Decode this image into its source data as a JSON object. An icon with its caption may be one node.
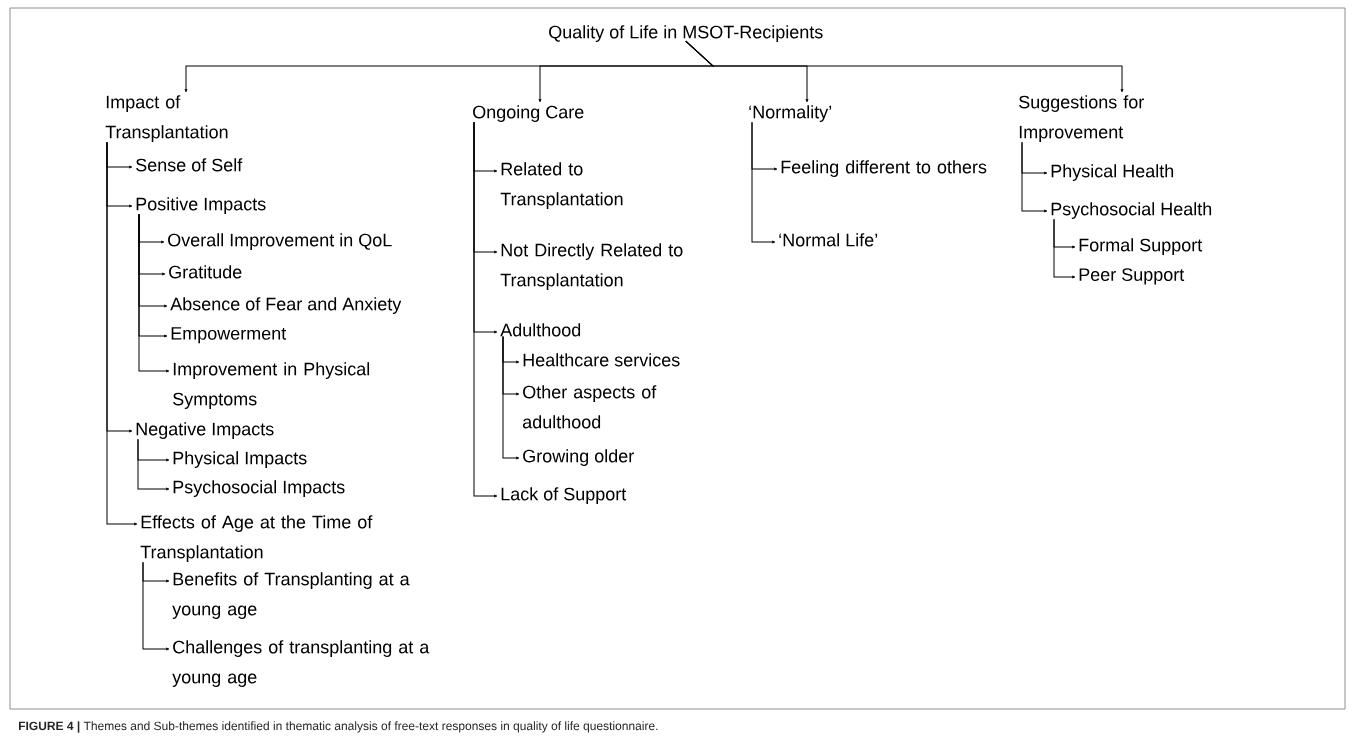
{
  "diagram": {
    "caption": "**FIGURE 4 |** Themes and Sub-themes identified in thematic analysis of free-text responses in quality of life questionnaire.",
    "nodes": [
      {
        "text": [
          "Quality of Life in MSOT-Recipients"
        ]
      },
      {
        "text": [
          "Impact of Transplantation"
        ]
      },
      {
        "text": [
          "Sense of Self"
        ]
      },
      {
        "text": [
          "Positive Impacts"
        ]
      },
      {
        "text": [
          "Overall Improvement in QoL"
        ]
      },
      {
        "text": [
          "Gratitude"
        ]
      },
      {
        "text": [
          "Absence of Fear and Anxiety"
        ]
      },
      {
        "text": [
          "Empowerment"
        ]
      },
      {
        "text": [
          "Improvement in Physical Symptoms"
        ]
      },
      {
        "text": [
          "Negative Impacts"
        ]
      },
      {
        "text": [
          "Physical Impacts"
        ]
      },
      {
        "text": [
          "Psychosocial Impacts"
        ]
      },
      {
        "text": [
          "Effects of Age at the Time of Transplantation"
        ]
      },
      {
        "text": [
          "Benefits of Transplanting at a young age"
        ]
      },
      {
        "text": [
          "Challenges of transplanting at a young age"
        ]
      },
      {
        "text": [
          "Ongoing Care"
        ]
      },
      {
        "text": [
          "Related to Transplantation"
        ]
      },
      {
        "text": [
          "Not Directly Related to Transplantation"
        ]
      },
      {
        "text": [
          "Adulthood"
        ]
      },
      {
        "text": [
          "Healthcare services"
        ]
      },
      {
        "text": [
          "Other aspects of adulthood"
        ]
      },
      {
        "text": [
          "Growing older"
        ]
      },
      {
        "text": [
          "Lack of Support"
        ]
      },
      {
        "text": [
          "‘Normality’"
        ]
      },
      {
        "text": [
          "Feeling different to others"
        ]
      },
      {
        "text": [
          "‘Normal Life’"
        ]
      },
      {
        "text": [
          "Suggestions for Improvement"
        ]
      },
      {
        "text": [
          "Physical Health"
        ]
      },
      {
        "text": [
          "Psychosocial Health"
        ]
      },
      {
        "text": [
          "Formal Support"
        ]
      },
      {
        "text": [
          "Peer Support"
        ]
      }
    ],
    "edges": [
      {
        "from": 0,
        "to": 1,
        "arrow": "to"
      },
      {
        "from": 0,
        "to": 15,
        "arrow": "to"
      },
      {
        "from": 0,
        "to": 23,
        "arrow": "to"
      },
      {
        "from": 0,
        "to": 26,
        "arrow": "to"
      },
      {
        "from": 1,
        "to": 2,
        "arrow": "to"
      },
      {
        "from": 1,
        "to": 3,
        "arrow": "to"
      },
      {
        "from": 3,
        "to": 4,
        "arrow": "to"
      },
      {
        "from": 3,
        "to": 5,
        "arrow": "to"
      },
      {
        "from": 3,
        "to": 6,
        "arrow": "to"
      },
      {
        "from": 3,
        "to": 7,
        "arrow": "to"
      },
      {
        "from": 3,
        "to": 8,
        "arrow": "to"
      },
      {
        "from": 1,
        "to": 9,
        "arrow": "to"
      },
      {
        "from": 9,
        "to": 10,
        "arrow": "to"
      },
      {
        "from": 9,
        "to": 11,
        "arrow": "to"
      },
      {
        "from": 1,
        "to": 12,
        "arrow": "to"
      },
      {
        "from": 12,
        "to": 13,
        "arrow": "to"
      },
      {
        "from": 12,
        "to": 14,
        "arrow": "to"
      },
      {
        "from": 15,
        "to": 16,
        "arrow": "to"
      },
      {
        "from": 15,
        "to": 17,
        "arrow": "to"
      },
      {
        "from": 15,
        "to": 18,
        "arrow": "to"
      },
      {
        "from": 18,
        "to": 19,
        "arrow": "to"
      },
      {
        "from": 18,
        "to": 20,
        "arrow": "to"
      },
      {
        "from": 18,
        "to": 21,
        "arrow": "to"
      },
      {
        "from": 15,
        "to": 22,
        "arrow": "to"
      },
      {
        "from": 23,
        "to": 24,
        "arrow": "to"
      },
      {
        "from": 23,
        "to": 25,
        "arrow": "to"
      },
      {
        "from": 26,
        "to": 27,
        "arrow": "to"
      },
      {
        "from": 26,
        "to": 28,
        "arrow": "to"
      },
      {
        "from": 28,
        "to": 29,
        "arrow": "to"
      },
      {
        "from": 28,
        "to": 30,
        "arrow": "to"
      }
    ]
  }
}
